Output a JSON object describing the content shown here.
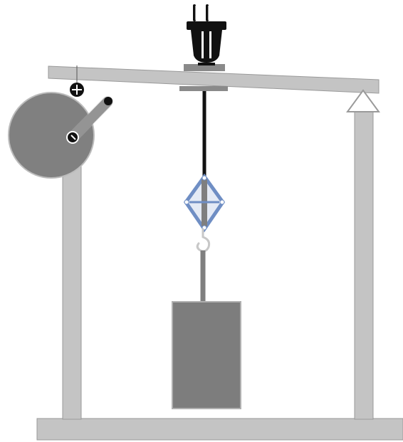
{
  "diagram": {
    "colors": {
      "frame": "#c4c4c4",
      "frame_stroke": "#9a9a9a",
      "drum": "#808080",
      "drum_stroke": "#bcbcbc",
      "weight": "#7d7d7d",
      "weight_stroke": "#b0b0b0",
      "cable": "#111111",
      "rod": "#7f7f7f",
      "spring_scale": "#6f8ec4",
      "hook": "#c8c8c8",
      "plug": "#111111",
      "pulley": "#111111"
    },
    "components": [
      "power-plug-icon",
      "beam",
      "winch-drum",
      "crank-handle",
      "pulley-wheel",
      "left-post",
      "right-post",
      "pivot-support",
      "cable",
      "spring-scale",
      "hook",
      "suspended-weight",
      "base"
    ]
  }
}
